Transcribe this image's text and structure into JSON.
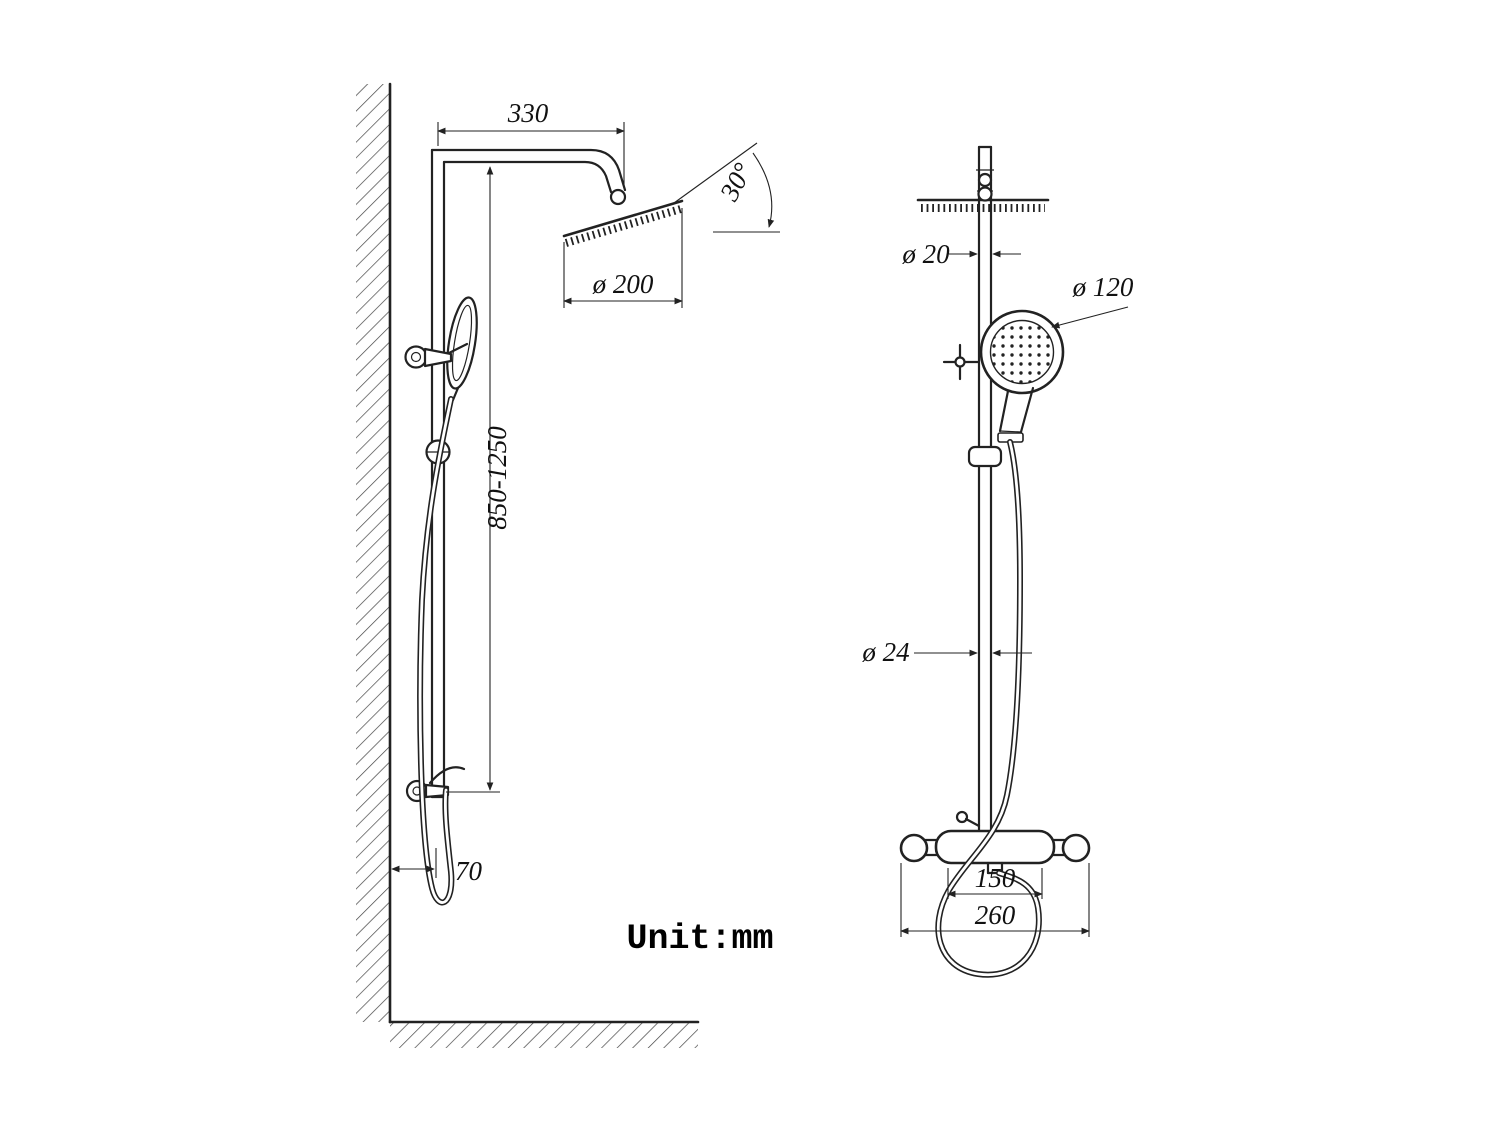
{
  "drawing": {
    "unit_label": "Unit:mm",
    "side_view": {
      "arm_length_mm": "330",
      "head_angle": "30°",
      "head_diameter": "ø 200",
      "height_range_mm": "850-1250",
      "wall_offset_mm": "70"
    },
    "front_view": {
      "top_pipe_diameter": "ø 20",
      "hand_shower_diameter": "ø 120",
      "riser_diameter": "ø 24",
      "inlet_spacing_mm": "150",
      "overall_width_mm": "260"
    }
  }
}
